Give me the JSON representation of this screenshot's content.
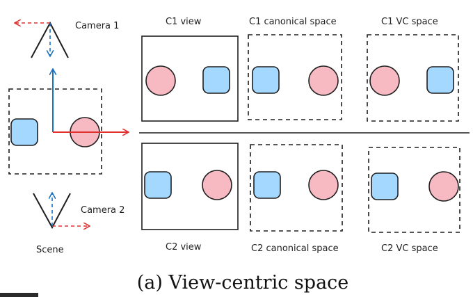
{
  "scene": {
    "camera1_label": "Camera 1",
    "camera2_label": "Camera 2",
    "scene_label": "Scene"
  },
  "panels": {
    "row1": [
      "C1 view",
      "C1 canonical space",
      "C1 VC space"
    ],
    "row2": [
      "C2 view",
      "C2 canonical space",
      "C2 VC space"
    ]
  },
  "caption": "(a) View-centric space",
  "colors": {
    "red_fill": "#f7b9c2",
    "red_stroke": "#e03131",
    "blue_fill": "#a5d8ff",
    "blue_stroke": "#1971c2",
    "ink": "#1e1e1e"
  }
}
